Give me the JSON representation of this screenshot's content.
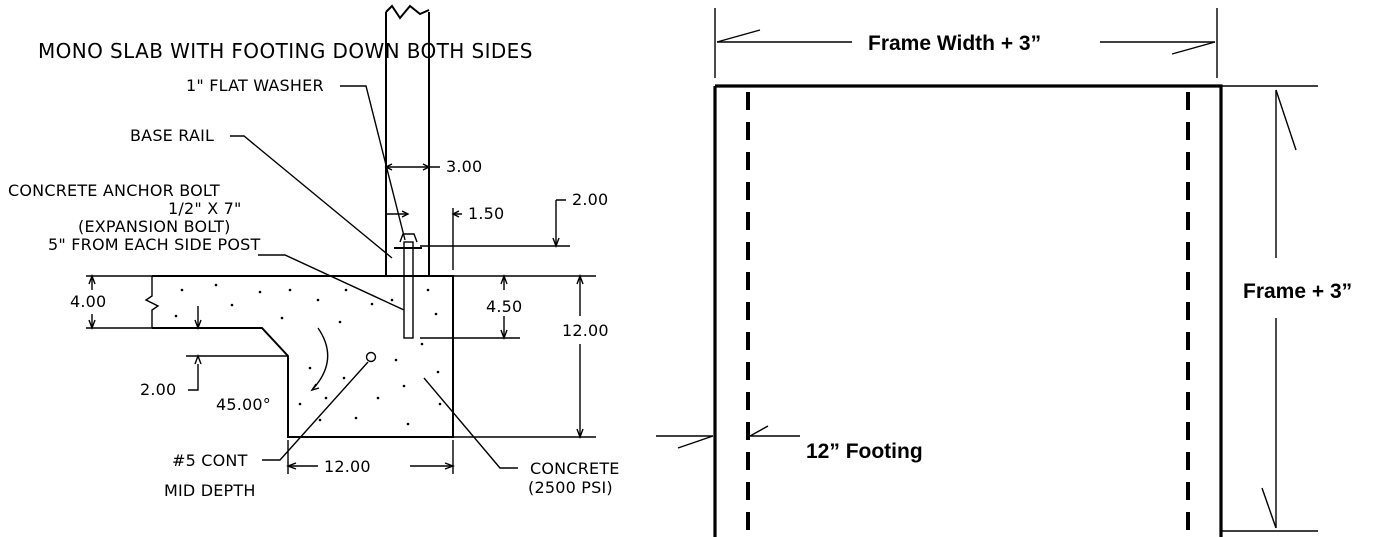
{
  "detail": {
    "title": "MONO SLAB WITH FOOTING DOWN BOTH SIDES",
    "labels": {
      "flat_washer": "1\" FLAT WASHER",
      "base_rail": "BASE RAIL",
      "anchor_line1": "CONCRETE ANCHOR BOLT",
      "anchor_line2": "1/2\" X  7\"",
      "anchor_line3": "(EXPANSION BOLT)",
      "anchor_line4": "5\" FROM EACH SIDE POST",
      "rebar_line1": "#5 CONT",
      "rebar_line2": "MID DEPTH",
      "concrete_line1": "CONCRETE",
      "concrete_line2": "(2500 PSI)"
    },
    "dimensions": {
      "rail_width": "3.00",
      "bolt_offset": "1.50",
      "bolt_projection": "2.00",
      "slab_thickness": "4.00",
      "bolt_embed": "4.50",
      "footing_depth": "12.00",
      "step_height": "2.00",
      "angle": "45.00°",
      "footing_width": "12.00"
    }
  },
  "plan": {
    "width_label": "Frame Width + 3”",
    "height_label": "Frame + 3”",
    "footing_label": "12” Footing"
  }
}
